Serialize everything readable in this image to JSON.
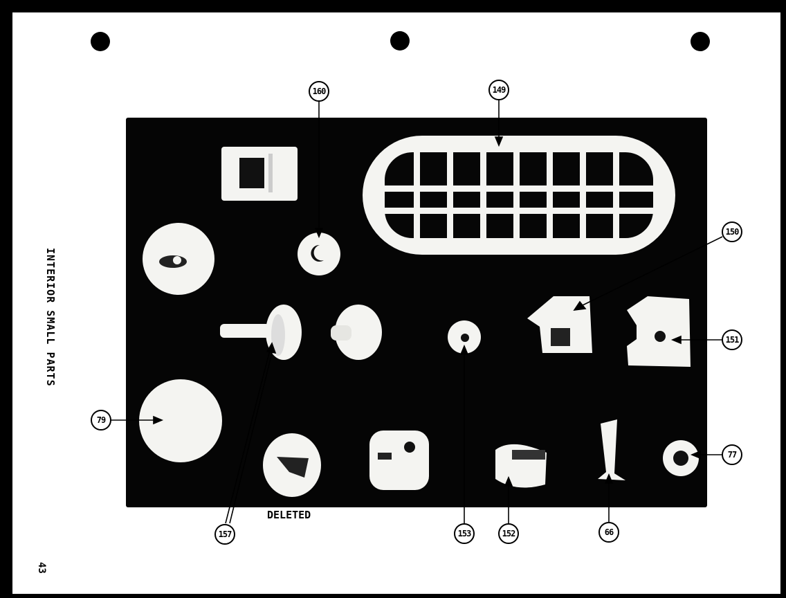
{
  "page": {
    "side_title": "INTERIOR SMALL PARTS",
    "page_number": "43",
    "deleted_note": "DELETED"
  },
  "callouts": [
    {
      "id": "160",
      "part": "round-cap"
    },
    {
      "id": "149",
      "part": "grille"
    },
    {
      "id": "150",
      "part": "bracket"
    },
    {
      "id": "151",
      "part": "block-bracket"
    },
    {
      "id": "79",
      "part": "large-disc"
    },
    {
      "id": "77",
      "part": "small-grommet"
    },
    {
      "id": "157",
      "part": "plug-stem"
    },
    {
      "id": "153",
      "part": "small-button"
    },
    {
      "id": "152",
      "part": "cup-cap"
    },
    {
      "id": "66",
      "part": "pin"
    }
  ],
  "colors": {
    "ink": "#000000",
    "paper": "#ffffff",
    "part": "#f4f4f1",
    "panel": "#050505"
  }
}
